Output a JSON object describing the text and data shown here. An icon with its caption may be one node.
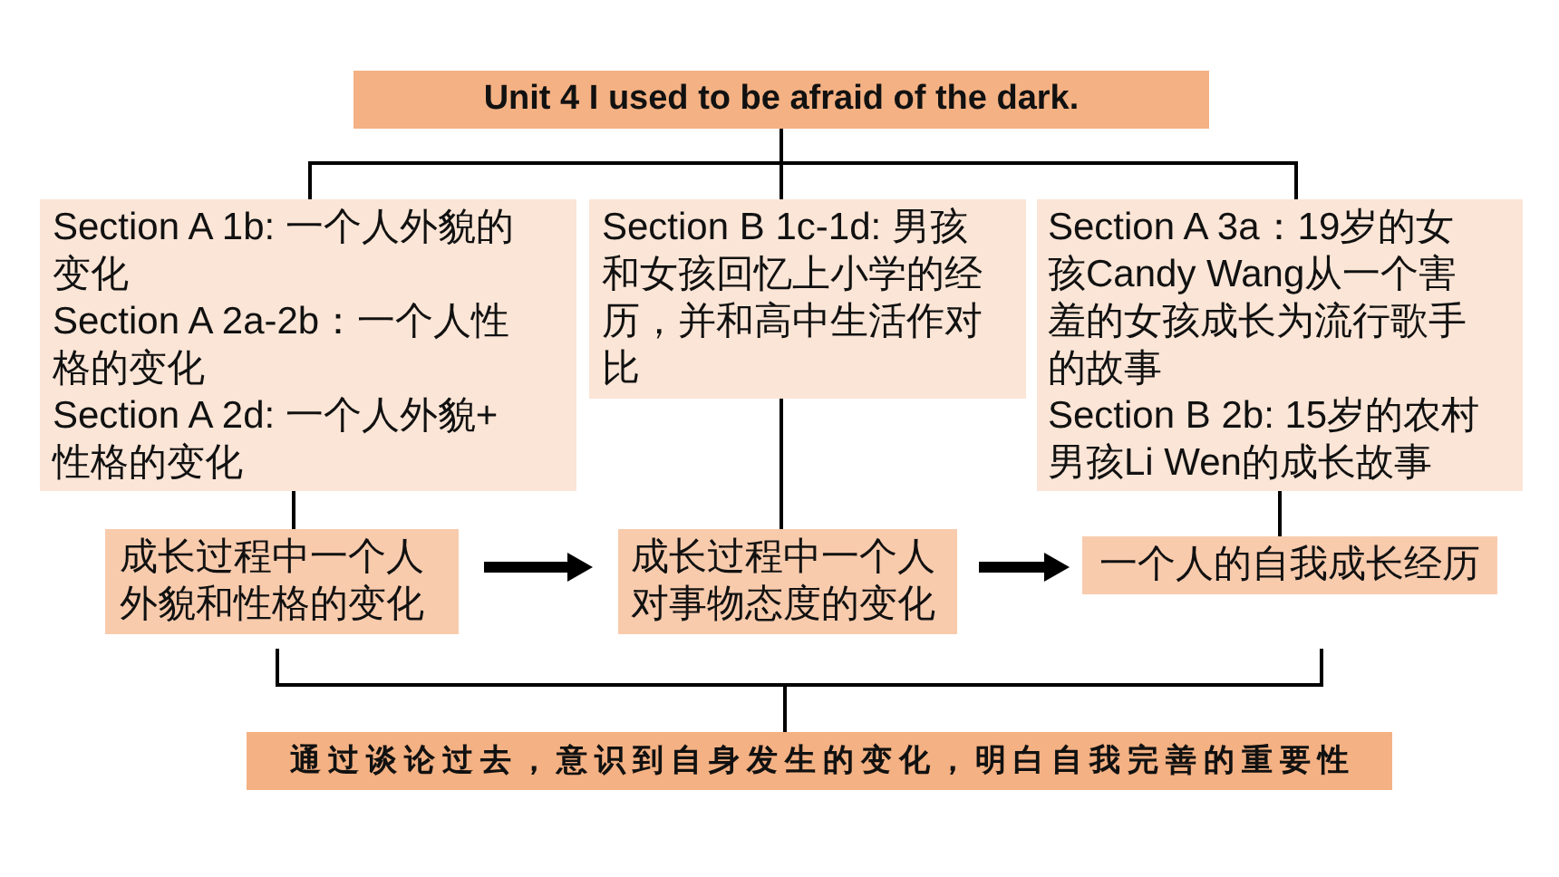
{
  "diagram": {
    "nodes": [
      {
        "text": [
          "Unit 4 I used to be afraid of the dark."
        ]
      },
      {
        "text": [
          "Section A 1b: 一个人外貌的变化",
          "Section A 2a-2b：一个人性格的变化",
          "Section A 2d: 一个人外貌+性格的变化"
        ]
      },
      {
        "text": [
          "Section B 1c-1d: 男孩和女孩回忆上小学的经历，并和高中生活作对比"
        ]
      },
      {
        "text": [
          "Section A 3a：19岁的女孩Candy Wang从一个害羞的女孩成长为流行歌手的故事",
          "Section B 2b: 15岁的农村男孩Li Wen的成长故事"
        ]
      },
      {
        "text": [
          "成长过程中一个人外貌和性格的变化"
        ]
      },
      {
        "text": [
          "成长过程中一个人对事物态度的变化"
        ]
      },
      {
        "text": [
          "一个人的自我成长经历"
        ]
      },
      {
        "text": [
          "通过谈论过去，意识到自身发生的变化，明白自我完善的重要性"
        ]
      }
    ],
    "edges": [
      {
        "from": 0,
        "to": 1,
        "arrow": "none"
      },
      {
        "from": 0,
        "to": 2,
        "arrow": "none"
      },
      {
        "from": 0,
        "to": 3,
        "arrow": "none"
      },
      {
        "from": 1,
        "to": 4,
        "arrow": "none"
      },
      {
        "from": 2,
        "to": 5,
        "arrow": "none"
      },
      {
        "from": 3,
        "to": 6,
        "arrow": "none"
      },
      {
        "from": 4,
        "to": 5,
        "arrow": "to",
        "style": "thick"
      },
      {
        "from": 5,
        "to": 6,
        "arrow": "to",
        "style": "thick"
      }
    ]
  }
}
